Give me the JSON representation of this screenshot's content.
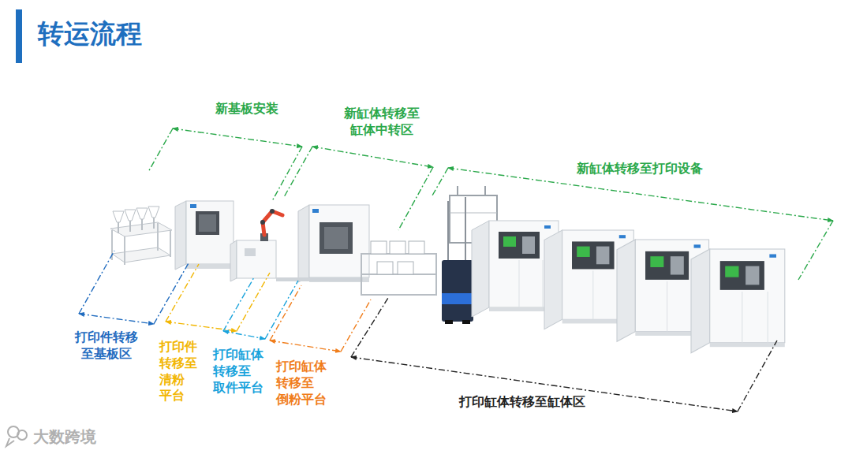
{
  "diagram": {
    "title": "转运流程",
    "labels": [
      "新基板安装",
      "新缸体转移至 缸体中转区",
      "新缸体转移至打印设备",
      "打印件转移 至基板区",
      "打印件 转移至 清粉 平台",
      "打印缸体 转移至 取件平台",
      "打印缸体 转移至 倒粉平台",
      "打印缸体转移至缸体区",
      "大数跨境"
    ]
  }
}
